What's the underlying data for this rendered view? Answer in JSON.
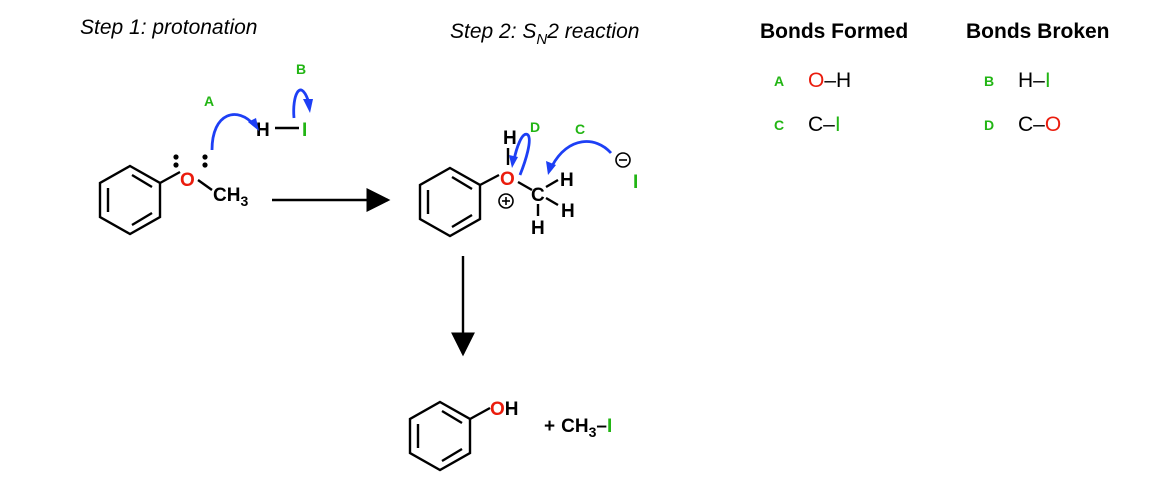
{
  "titles": {
    "step1": "Step 1: protonation",
    "step2_prefix": "Step 2: S",
    "step2_sub": "N",
    "step2_suffix": "2 reaction",
    "bonds_formed": "Bonds Formed",
    "bonds_broken": "Bonds Broken"
  },
  "bonds_formed": [
    {
      "label": "A",
      "left": "O",
      "dash": "–",
      "right": "H"
    },
    {
      "label": "C",
      "left": "C",
      "dash": "–",
      "right": "I"
    }
  ],
  "bonds_broken": [
    {
      "label": "B",
      "left": "H",
      "dash": "–",
      "right": "I"
    },
    {
      "label": "D",
      "left": "C",
      "dash": "–",
      "right": "O"
    }
  ],
  "arrow_labels": {
    "a": "A",
    "b": "B",
    "c": "C",
    "d": "D"
  },
  "atoms": {
    "O": "O",
    "H": "H",
    "I": "I",
    "C": "C",
    "CH": "CH",
    "sub3": "3",
    "OH_O": "O",
    "OH_H": "H",
    "plus_sign": "+",
    "dash": "–"
  },
  "colors": {
    "oxygen": "#ea1c0d",
    "iodine": "#22b514",
    "label": "#22b514",
    "curved_arrow": "#1d3ff5"
  }
}
